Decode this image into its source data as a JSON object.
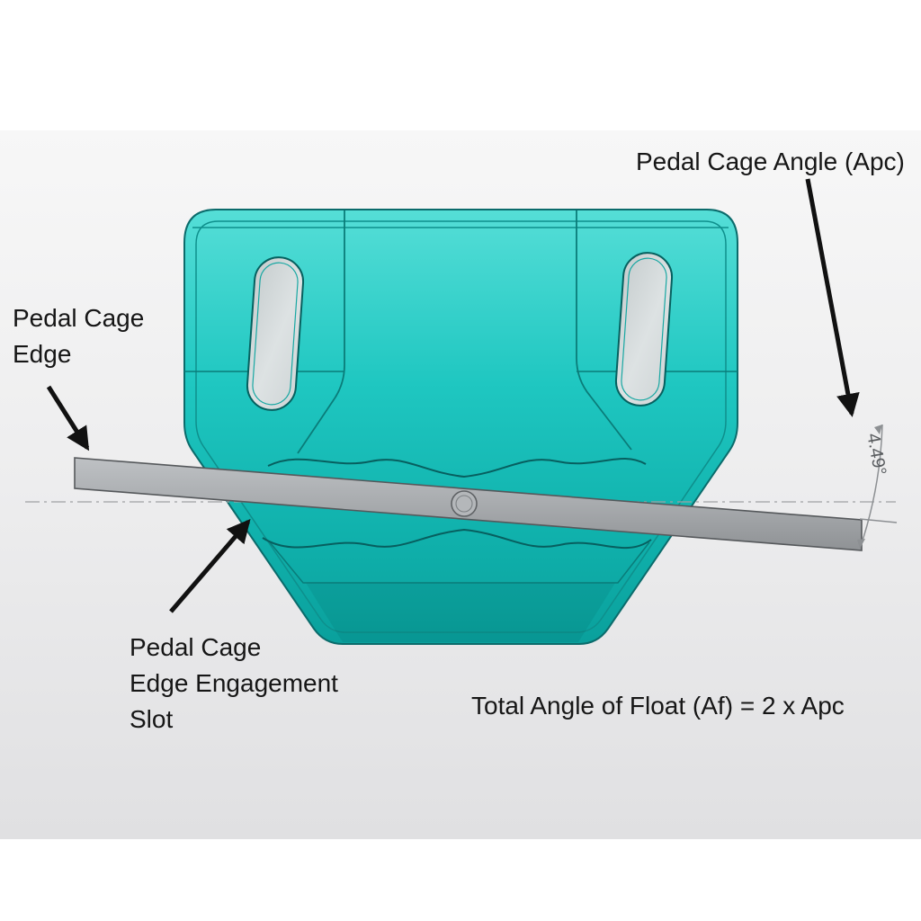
{
  "diagram": {
    "labels": {
      "pedal_cage_angle": "Pedal Cage Angle (Apc)",
      "pedal_cage_edge_line1": "Pedal Cage",
      "pedal_cage_edge_line2": "Edge",
      "engagement_slot_line1": "Pedal Cage",
      "engagement_slot_line2": "Edge Engagement",
      "engagement_slot_line3": "Slot",
      "total_float_formula": "Total Angle of Float (Af) = 2 x Apc",
      "angle_value": "4.49°"
    },
    "colors": {
      "part_teal": "#1cc5bf",
      "part_teal_dark": "#0a8c88",
      "edge_bar_gray": "#a8abae",
      "annotation_black": "#111111",
      "dimension_gray": "#8d9093"
    }
  }
}
